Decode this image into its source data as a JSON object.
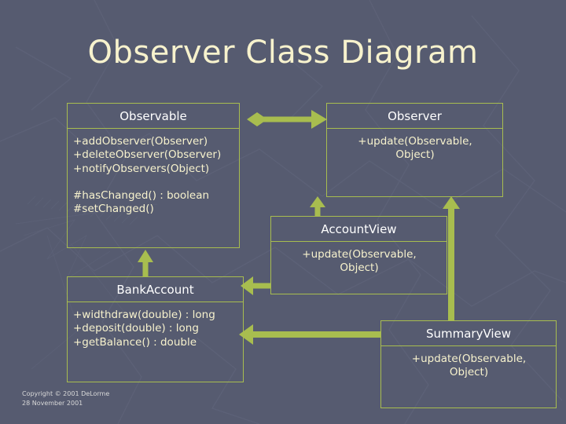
{
  "slide": {
    "title": "Observer Class Diagram",
    "background_color": "#565b70",
    "title_color": "#f7f2cd",
    "line_color": "#a8bd4f",
    "name_text_color": "#ffffff",
    "ops_text_color": "#f7f2cd"
  },
  "classes": [
    {
      "id": "observable",
      "name": "Observable",
      "operations": "+addObserver(Observer)\n+deleteObserver(Observer)\n+notifyObservers(Object)\n\n#hasChanged() : boolean\n#setChanged()",
      "ops_align": "left"
    },
    {
      "id": "observer",
      "name": "Observer",
      "operations": "+update(Observable,\nObject)",
      "ops_align": "center"
    },
    {
      "id": "accountview",
      "name": "AccountView",
      "operations": "+update(Observable,\nObject)",
      "ops_align": "center"
    },
    {
      "id": "bankaccount",
      "name": "BankAccount",
      "operations": "+widthdraw(double) : long\n+deposit(double) : long\n+getBalance() : double",
      "ops_align": "left"
    },
    {
      "id": "summaryview",
      "name": "SummaryView",
      "operations": "+update(Observable,\nObject)",
      "ops_align": "center"
    }
  ],
  "relationships": [
    {
      "id": "observable-to-observer",
      "kind": "aggregation",
      "from": "Observable",
      "to": "Observer"
    },
    {
      "id": "accountview-to-observer",
      "kind": "generalization",
      "from": "AccountView",
      "to": "Observer"
    },
    {
      "id": "summaryview-to-observer",
      "kind": "generalization",
      "from": "SummaryView",
      "to": "Observer"
    },
    {
      "id": "bankaccount-to-observable",
      "kind": "generalization",
      "from": "BankAccount",
      "to": "Observable"
    },
    {
      "id": "accountview-to-bankaccount",
      "kind": "association",
      "from": "AccountView",
      "to": "BankAccount"
    },
    {
      "id": "summaryview-to-bankaccount",
      "kind": "association",
      "from": "SummaryView",
      "to": "BankAccount"
    }
  ],
  "footer": {
    "copyright": "Copyright © 2001 DeLorme",
    "date": "28 November 2001"
  }
}
